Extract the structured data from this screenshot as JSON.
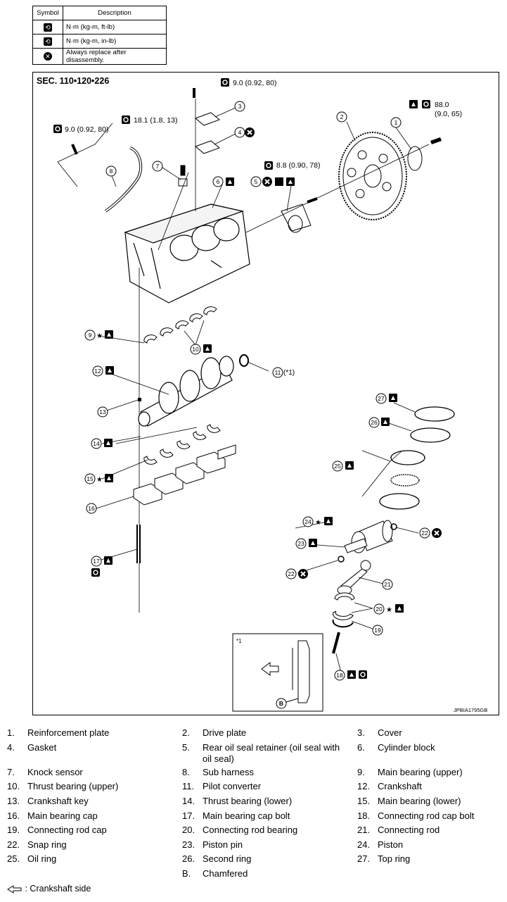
{
  "symbol_table": {
    "header_symbol": "Symbol",
    "header_description": "Description",
    "rows": [
      {
        "icon": "torque-wrench-ftlb-icon",
        "description": "N·m (kg-m, ft-lb)"
      },
      {
        "icon": "torque-wrench-inlb-icon",
        "description": "N·m (kg-m, in-lb)"
      },
      {
        "icon": "always-replace-icon",
        "description": "Always replace after disassembly."
      }
    ]
  },
  "diagram": {
    "section": "SEC. 110•120•226",
    "figure_code": "JPBIA1795GB",
    "torques": {
      "cover_bolt": "9.0 (0.92, 80)",
      "drive_plate_bolt_a": "88.0",
      "drive_plate_bolt_b": "(9.0, 65)",
      "knock_sensor": "18.1 (1.8, 13)",
      "sub_harness": "9.0 (0.92, 80)",
      "retainer_bolt": "8.8 (0.90, 78)"
    },
    "callouts": [
      "1",
      "2",
      "3",
      "4",
      "5",
      "6",
      "7",
      "8",
      "9",
      "10",
      "11",
      "12",
      "13",
      "14",
      "15",
      "16",
      "17",
      "18",
      "19",
      "20",
      "21",
      "22",
      "23",
      "24",
      "25",
      "26",
      "27"
    ],
    "pilot_note": "(*1)",
    "inset_label": "*1",
    "inset_letter": "B",
    "star": "★"
  },
  "parts": [
    {
      "n": "1.",
      "name": "Reinforcement plate"
    },
    {
      "n": "2.",
      "name": "Drive plate"
    },
    {
      "n": "3.",
      "name": "Cover"
    },
    {
      "n": "4.",
      "name": "Gasket"
    },
    {
      "n": "5.",
      "name": "Rear oil seal retainer (oil seal with oil seal)"
    },
    {
      "n": "6.",
      "name": "Cylinder block"
    },
    {
      "n": "7.",
      "name": "Knock sensor"
    },
    {
      "n": "8.",
      "name": "Sub harness"
    },
    {
      "n": "9.",
      "name": "Main bearing (upper)"
    },
    {
      "n": "10.",
      "name": "Thrust bearing (upper)"
    },
    {
      "n": "11.",
      "name": "Pilot converter"
    },
    {
      "n": "12.",
      "name": "Crankshaft"
    },
    {
      "n": "13.",
      "name": "Crankshaft key"
    },
    {
      "n": "14.",
      "name": "Thrust bearing (lower)"
    },
    {
      "n": "15.",
      "name": "Main bearing (lower)"
    },
    {
      "n": "16.",
      "name": "Main bearing cap"
    },
    {
      "n": "17.",
      "name": "Main bearing cap bolt"
    },
    {
      "n": "18.",
      "name": "Connecting rod cap bolt"
    },
    {
      "n": "19.",
      "name": "Connecting rod cap"
    },
    {
      "n": "20.",
      "name": "Connecting rod bearing"
    },
    {
      "n": "21.",
      "name": "Connecting rod"
    },
    {
      "n": "22.",
      "name": "Snap ring"
    },
    {
      "n": "23.",
      "name": "Piston pin"
    },
    {
      "n": "24.",
      "name": "Piston"
    },
    {
      "n": "25.",
      "name": "Oil ring"
    },
    {
      "n": "26.",
      "name": "Second ring"
    },
    {
      "n": "27.",
      "name": "Top ring"
    },
    {
      "n": "B.",
      "name": "Chamfered"
    }
  ],
  "footnote": ": Crankshaft side"
}
